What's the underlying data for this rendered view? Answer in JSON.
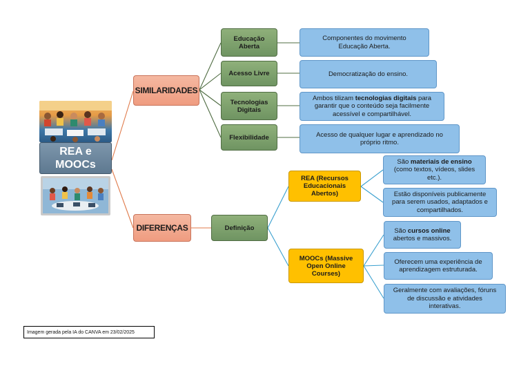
{
  "center": {
    "line1": "REA e",
    "line2": "MOOCs"
  },
  "similaridades": {
    "label": "SIMILARIDADES",
    "items": [
      {
        "title_1": "Educação",
        "title_2": "Aberta",
        "desc_1": "Componentes do  movimento",
        "desc_2": "Educação Aberta."
      },
      {
        "title": "Acesso Livre",
        "desc": "Democratização do ensino."
      },
      {
        "title_1": "Tecnologias",
        "title_2": "Digitais",
        "desc_1a": "Ambos tilizam ",
        "desc_1b": "tecnologias digitais",
        "desc_1c": " para",
        "desc_2": "garantir que o conteúdo seja facilmente",
        "desc_3": "acessível e compartilhável."
      },
      {
        "title": "Flexibilidade",
        "desc_1": "Acesso de qualquer lugar e aprendizado no",
        "desc_2": "próprio ritmo."
      }
    ]
  },
  "diferencas": {
    "label": "DIFERENÇAS",
    "definicao": "Definição",
    "rea": {
      "title_1": "REA (Recursos",
      "title_2": "Educacionais",
      "title_3": "Abertos)",
      "desc_a_1a": "São ",
      "desc_a_1b": "materiais de ensino",
      "desc_a_2": "(como textos, vídeos, slides",
      "desc_a_3": "etc.).",
      "desc_b_1": "Estão disponíveis publicamente",
      "desc_b_2": "para serem usados, adaptados e",
      "desc_b_3": "compartilhados."
    },
    "moocs": {
      "title_1": "MOOCs (Massive",
      "title_2": "Open Online",
      "title_3": "Courses)",
      "desc_a_1a": "São ",
      "desc_a_1b": "cursos online",
      "desc_a_2": "abertos e massivos.",
      "desc_b_1": "Oferecem uma experiência de",
      "desc_b_2": "aprendizagem estruturada.",
      "desc_c_1": "Geralmente com avaliações, fóruns",
      "desc_c_2": "de discussão e atividades",
      "desc_c_3": "interativas."
    }
  },
  "note": "Imagem gerada pela IA do CANVA em 23/02/2025",
  "colors": {
    "green": "#7fa06c",
    "blue": "#8fc0e9",
    "salmon": "#f2a88e",
    "orange": "#ffc000",
    "center": "#6d879e",
    "line_orange": "#e07a4a",
    "line_green": "#4f6c42",
    "line_blue": "#3aa0cf"
  }
}
